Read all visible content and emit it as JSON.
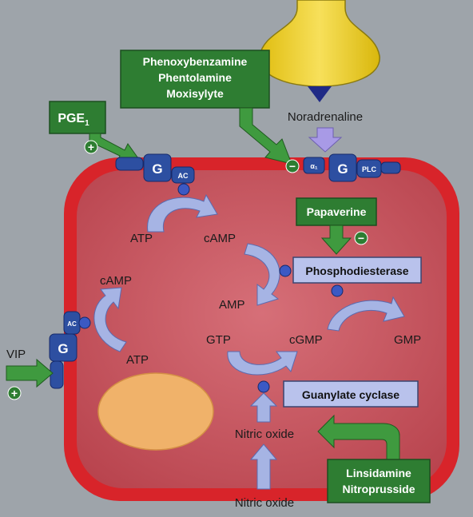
{
  "nerve": {
    "transmitter": "Noradrenaline"
  },
  "drugs": {
    "alpha_blockers": [
      "Phenoxybenzamine",
      "Phentolamine",
      "Moxisylyte"
    ],
    "pge": "PGE",
    "pge_sub": "1",
    "papaverine": "Papaverine",
    "vip": "VIP",
    "no_donors": [
      "Linsidamine",
      "Nitroprusside"
    ]
  },
  "signs": {
    "plus": "⊕",
    "minus": "⊖"
  },
  "receptors": {
    "g": "G",
    "ac": "AC",
    "plc": "PLC",
    "alpha": "α₁"
  },
  "molecules": {
    "atp": "ATP",
    "camp": "cAMP",
    "amp": "AMP",
    "gtp": "GTP",
    "cgmp": "cGMP",
    "gmp": "GMP",
    "nitric_oxide": "Nitric oxide"
  },
  "enzymes": {
    "pde": "Phosphodiesterase",
    "gc": "Guanylate cyclase"
  },
  "colors": {
    "background": "#9aa0a6",
    "cell_wall": "#d8242a",
    "cytoplasm": "#c8555e",
    "drug_box": "#2e7d32",
    "arrow_green": "#3f9a3f",
    "enzyme_box": "#b9c2ec",
    "g_protein": "#2d4fa1",
    "nerve": "#f2d31b",
    "arrow_blue": "#a6b4e4",
    "nucleus": "#f0b26a"
  }
}
